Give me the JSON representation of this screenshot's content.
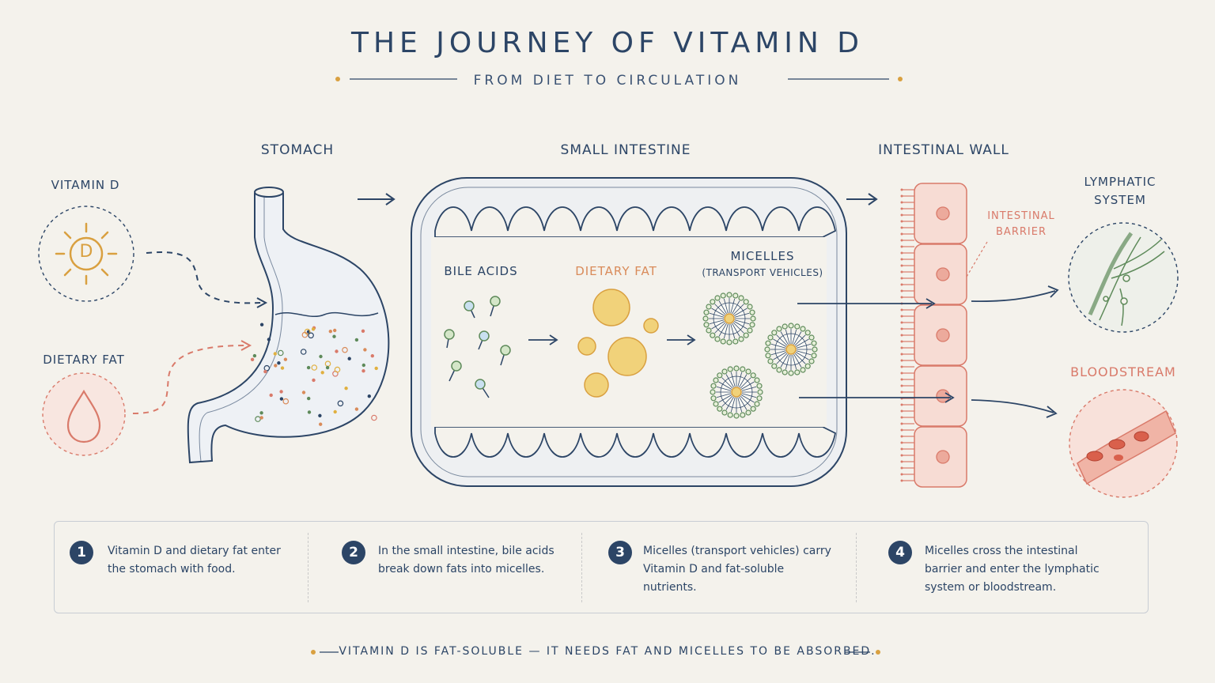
{
  "header": {
    "title": "THE JOURNEY OF VITAMIN D",
    "subtitle": "FROM DIET TO CIRCULATION"
  },
  "labels": {
    "stomach": "STOMACH",
    "small_intestine": "SMALL INTESTINE",
    "intestinal_wall": "INTESTINAL WALL",
    "vitamin_d": "VITAMIN D",
    "vitamin_d_symbol": "D",
    "dietary_fat": "DIETARY FAT",
    "bile_acids": "BILE ACIDS",
    "dietary_fat_inner": "DIETARY FAT",
    "micelles": "MICELLES",
    "micelles_sub": "(TRANSPORT VEHICLES)",
    "intestinal_barrier_1": "INTESTINAL",
    "intestinal_barrier_2": "BARRIER",
    "lymphatic_1": "LYMPHATIC",
    "lymphatic_2": "SYSTEM",
    "bloodstream": "BLOODSTREAM"
  },
  "steps": [
    {
      "number": "1",
      "text": "Vitamin D and dietary fat enter the stomach with food."
    },
    {
      "number": "2",
      "text": "In the small intestine, bile acids break down fats into micelles."
    },
    {
      "number": "3",
      "text": "Micelles (transport vehicles) carry Vitamin D and fat-soluble nutrients."
    },
    {
      "number": "4",
      "text": "Micelles cross the intestinal barrier and enter the lymphatic system or bloodstream."
    }
  ],
  "footer": "VITAMIN D IS FAT-SOLUBLE — IT NEEDS FAT AND MICELLES TO BE ABSORBED.",
  "colors": {
    "navy": "#2c4566",
    "gold": "#e0b040",
    "coral": "#d97a6a",
    "green": "#5e8a5a",
    "cell_fill": "#f7dcd4"
  }
}
